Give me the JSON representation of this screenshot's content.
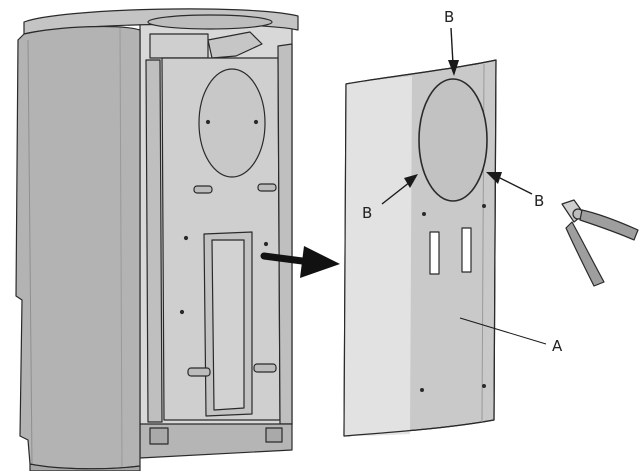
{
  "labels": {
    "b_top": "B",
    "b_left": "B",
    "b_right": "B",
    "a_panel": "A"
  },
  "parts": {
    "stove": "stove-body",
    "panel": "rear-panel",
    "tool": "side-cutter-pliers"
  },
  "colors": {
    "outline": "#2a2a2a",
    "panel_fill": "#c9c9c9",
    "panel_light": "#e2e2e2",
    "stove_fill": "#b9b9b9",
    "stove_dark": "#9a9a9a",
    "interior": "#d6d6d6",
    "handle": "#9e9e9e"
  }
}
